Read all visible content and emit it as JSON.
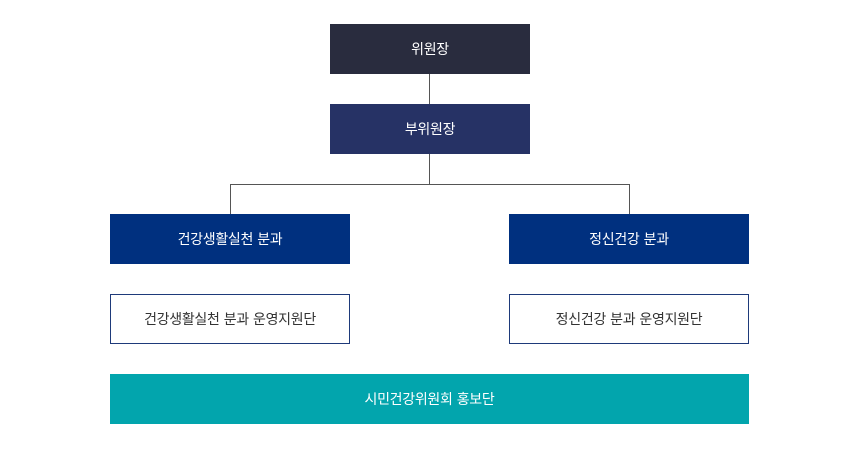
{
  "colors": {
    "chair": "#292c3e",
    "vice_chair": "#263265",
    "division": "#00307f",
    "promotion": "#02a5ad",
    "outline_border": "#1e3a7a",
    "connector": "#555555"
  },
  "chart": {
    "chair": "위원장",
    "vice_chair": "부위원장",
    "divisions": [
      {
        "name": "건강생활실천 분과",
        "support": "건강생활실천 분과 운영지원단"
      },
      {
        "name": "정신건강 분과",
        "support": "정신건강 분과 운영지원단"
      }
    ],
    "promotion": "시민건강위원회 홍보단"
  }
}
